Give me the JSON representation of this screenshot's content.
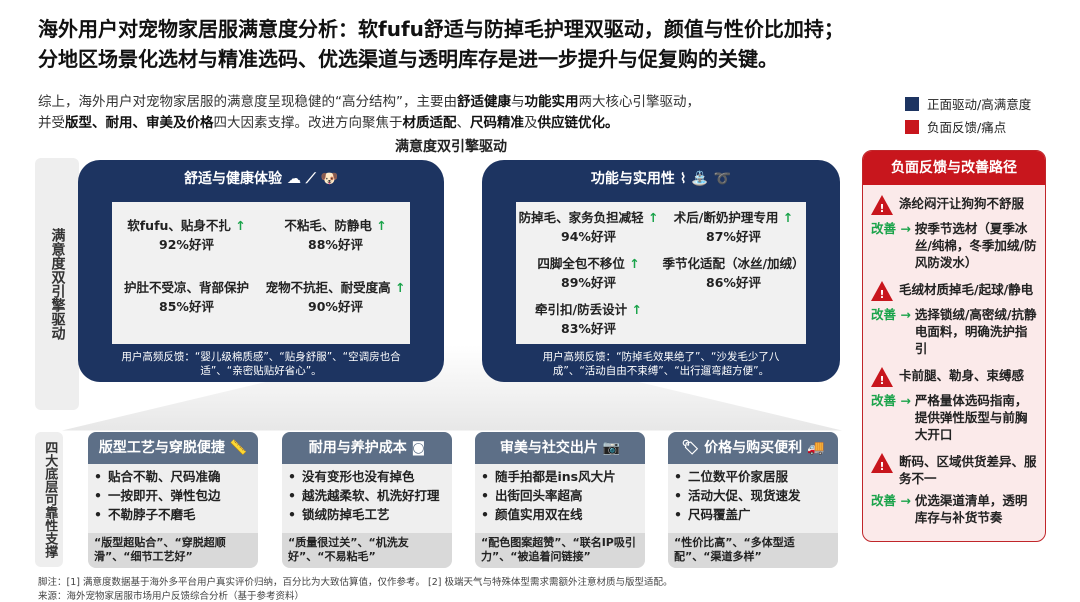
{
  "title": [
    "海外用户对宠物家居服满意度分析：软fufu舒适与防掉毛护理双驱动，颜值与性价比加持；",
    "分地区场景化选材与精准选码、优选渠道与透明库存是进一步提升与促复购的关键。"
  ],
  "summary": {
    "p1": "综上，海外用户对宠物家居服的满意度呈现稳健的“高分结构”，主要由",
    "b1": "舒适健康",
    "p2": "与",
    "b2": "功能实用",
    "p3": "两大核心引擎驱动，",
    "p4": "并受",
    "b3": "版型、耐用、审美及价格",
    "p5": "四大因素支撑。改进方向聚焦于",
    "b4": "材质适配",
    "p6": "、",
    "b5": "尺码精准",
    "p7": "及",
    "b6": "供应链优化。"
  },
  "legend": [
    {
      "label": "正面驱动/高满意度",
      "color": "#1d3461"
    },
    {
      "label": "负面反馈/痛点",
      "color": "#c8161d"
    }
  ],
  "engine_section_label": "满意度双引擎驱动",
  "engine_title": "满意度双引擎驱动",
  "engines": [
    {
      "title": "舒适与健康体验",
      "icons": [
        "cloud-icon",
        "chart-icon",
        "dog-icon"
      ],
      "items": [
        {
          "label": "软fufu、贴身不扎",
          "score": "92%好评",
          "up": true
        },
        {
          "label": "不粘毛、防静电",
          "score": "88%好评",
          "up": true
        },
        {
          "label": "护肚不受凉、背部保护",
          "score": "85%好评",
          "up": false
        },
        {
          "label": "宠物不抗拒、耐受度高",
          "score": "90%好评",
          "up": true
        }
      ],
      "feedback": "用户高频反馈：“婴儿级棉质感”、“贴身舒服”、“空调房也合适”、“亲密贴贴好省心”。"
    },
    {
      "title": "功能与实用性",
      "icons": [
        "lint-roller-icon",
        "spray-icon",
        "leash-icon"
      ],
      "items": [
        {
          "label": "防掉毛、家务负担减轻",
          "score": "94%好评",
          "up": true
        },
        {
          "label": "术后/断奶护理专用",
          "score": "87%好评",
          "up": true
        },
        {
          "label": "四脚全包不移位",
          "score": "89%好评",
          "up": true
        },
        {
          "label": "季节化适配（冰丝/加绒）",
          "score": "86%好评",
          "up": false
        },
        {
          "label": "牵引扣/防丢设计",
          "score": "83%好评",
          "up": true
        }
      ],
      "feedback": "用户高频反馈：“防掉毛效果绝了”、“沙发毛少了八成”、“活动自由不束缚”、“出行遛弯超方便”。"
    }
  ],
  "negative": {
    "title": "负面反馈与改善路径",
    "fix_label": "改善",
    "items": [
      {
        "issue": "涤纶闷汗让狗狗不舒服",
        "fix": "按季节选材（夏季冰丝/纯棉，冬季加绒/防风防泼水）"
      },
      {
        "issue": "毛绒材质掉毛/起球/静电",
        "fix": "选择锁绒/高密绒/抗静电面料，明确洗护指引"
      },
      {
        "issue": "卡前腿、勒身、束缚感",
        "fix": "严格量体选码指南，提供弹性版型与前胸大开口"
      },
      {
        "issue": "断码、区域供货差异、服务不一",
        "fix": "优选渠道清单，透明库存与补货节奏"
      }
    ]
  },
  "support_section_label": "四大底层可靠性支撑",
  "supports": [
    {
      "title": "版型工艺与穿脱便捷",
      "icon": "tape-measure-icon",
      "bullets": [
        "贴合不勒、尺码准确",
        "一按即开、弹性包边",
        "不勒脖子不磨毛"
      ],
      "quote": "“版型超贴合”、“穿脱超顺滑”、“细节工艺好”"
    },
    {
      "title": "耐用与养护成本",
      "icon": "washing-machine-icon",
      "bullets": [
        "没有变形也没有掉色",
        "越洗越柔软、机洗好打理",
        "锁绒防掉毛工艺"
      ],
      "quote": "“质量很过关”、“机洗友好”、“不易粘毛”"
    },
    {
      "title": "审美与社交出片",
      "icon": "camera-icon",
      "bullets": [
        "随手拍都是ins风大片",
        "出街回头率超高",
        "颜值实用双在线"
      ],
      "quote": "“配色图案超赞”、“联名IP吸引力”、“被追着问链接”"
    },
    {
      "title": "价格与购买便利",
      "icon": "tag-truck-icon",
      "bullets": [
        "二位数平价家居服",
        "活动大促、现货速发",
        "尺码覆盖广"
      ],
      "quote": "“性价比高”、“多体型适配”、“渠道多样”"
    }
  ],
  "footnote": "脚注：[1] 满意度数据基于海外多平台用户真实评价归纳，百分比为大致估算值，仅作参考。 [2] 极端天气与特殊体型需求需额外注意材质与版型适配。",
  "source": "来源：海外宠物家居服市场用户反馈综合分析（基于参考资料）"
}
